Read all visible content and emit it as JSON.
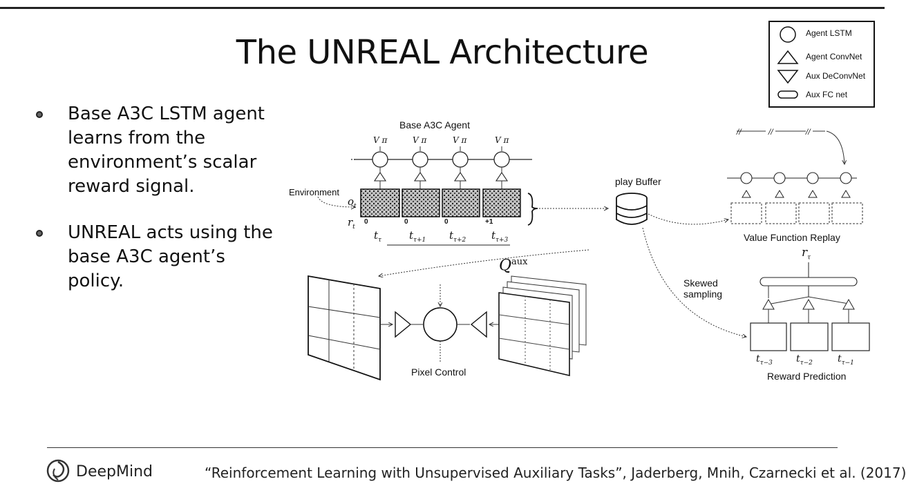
{
  "slide": {
    "title": "The UNREAL Architecture",
    "bullets": [
      "Base A3C LSTM agent learns from the environment’s scalar reward signal.",
      "UNREAL acts using the base A3C agent’s policy."
    ]
  },
  "legend": {
    "items": [
      {
        "shape": "circle",
        "label": "Agent LSTM"
      },
      {
        "shape": "triangle-up",
        "label": "Agent ConvNet"
      },
      {
        "shape": "triangle-down",
        "label": "Aux DeConvNet"
      },
      {
        "shape": "rounded-rect",
        "label": "Aux FC net"
      }
    ]
  },
  "diagram": {
    "base_agent_label": "Base A3C Agent",
    "environment_label": "Environment",
    "o_t_label": "o",
    "o_t_sub": "t",
    "r_t_label": "r",
    "r_t_sub": "t",
    "value_labels": [
      "V π",
      "V π",
      "V π",
      "V π"
    ],
    "rewards": [
      "0",
      "0",
      "0",
      "+1"
    ],
    "time_labels": [
      {
        "t": "t",
        "sub": "τ"
      },
      {
        "t": "t",
        "sub": "τ+1"
      },
      {
        "t": "t",
        "sub": "τ+2"
      },
      {
        "t": "t",
        "sub": "τ+3"
      }
    ],
    "replay_buffer_label": "play Buffer",
    "value_function_replay_label": "Value Function Replay",
    "skewed_sampling_label": "Skewed\nsampling",
    "skewed_line1": "Skewed",
    "skewed_line2": "sampling",
    "reward_prediction_label": "Reward Prediction",
    "r_tau_label": "r",
    "r_tau_sub": "τ",
    "reward_time_labels": [
      {
        "t": "t",
        "sub": "τ−3"
      },
      {
        "t": "t",
        "sub": "τ−2"
      },
      {
        "t": "t",
        "sub": "τ−1"
      }
    ],
    "pixel_control_label": "Pixel Control",
    "q_aux_label": "Q",
    "q_aux_sup": "aux"
  },
  "footer": {
    "logo_text": "DeepMind",
    "citation": "“Reinforcement Learning with Unsupervised Auxiliary Tasks”, Jaderberg, Mnih, Czarnecki et al. (2017)"
  }
}
